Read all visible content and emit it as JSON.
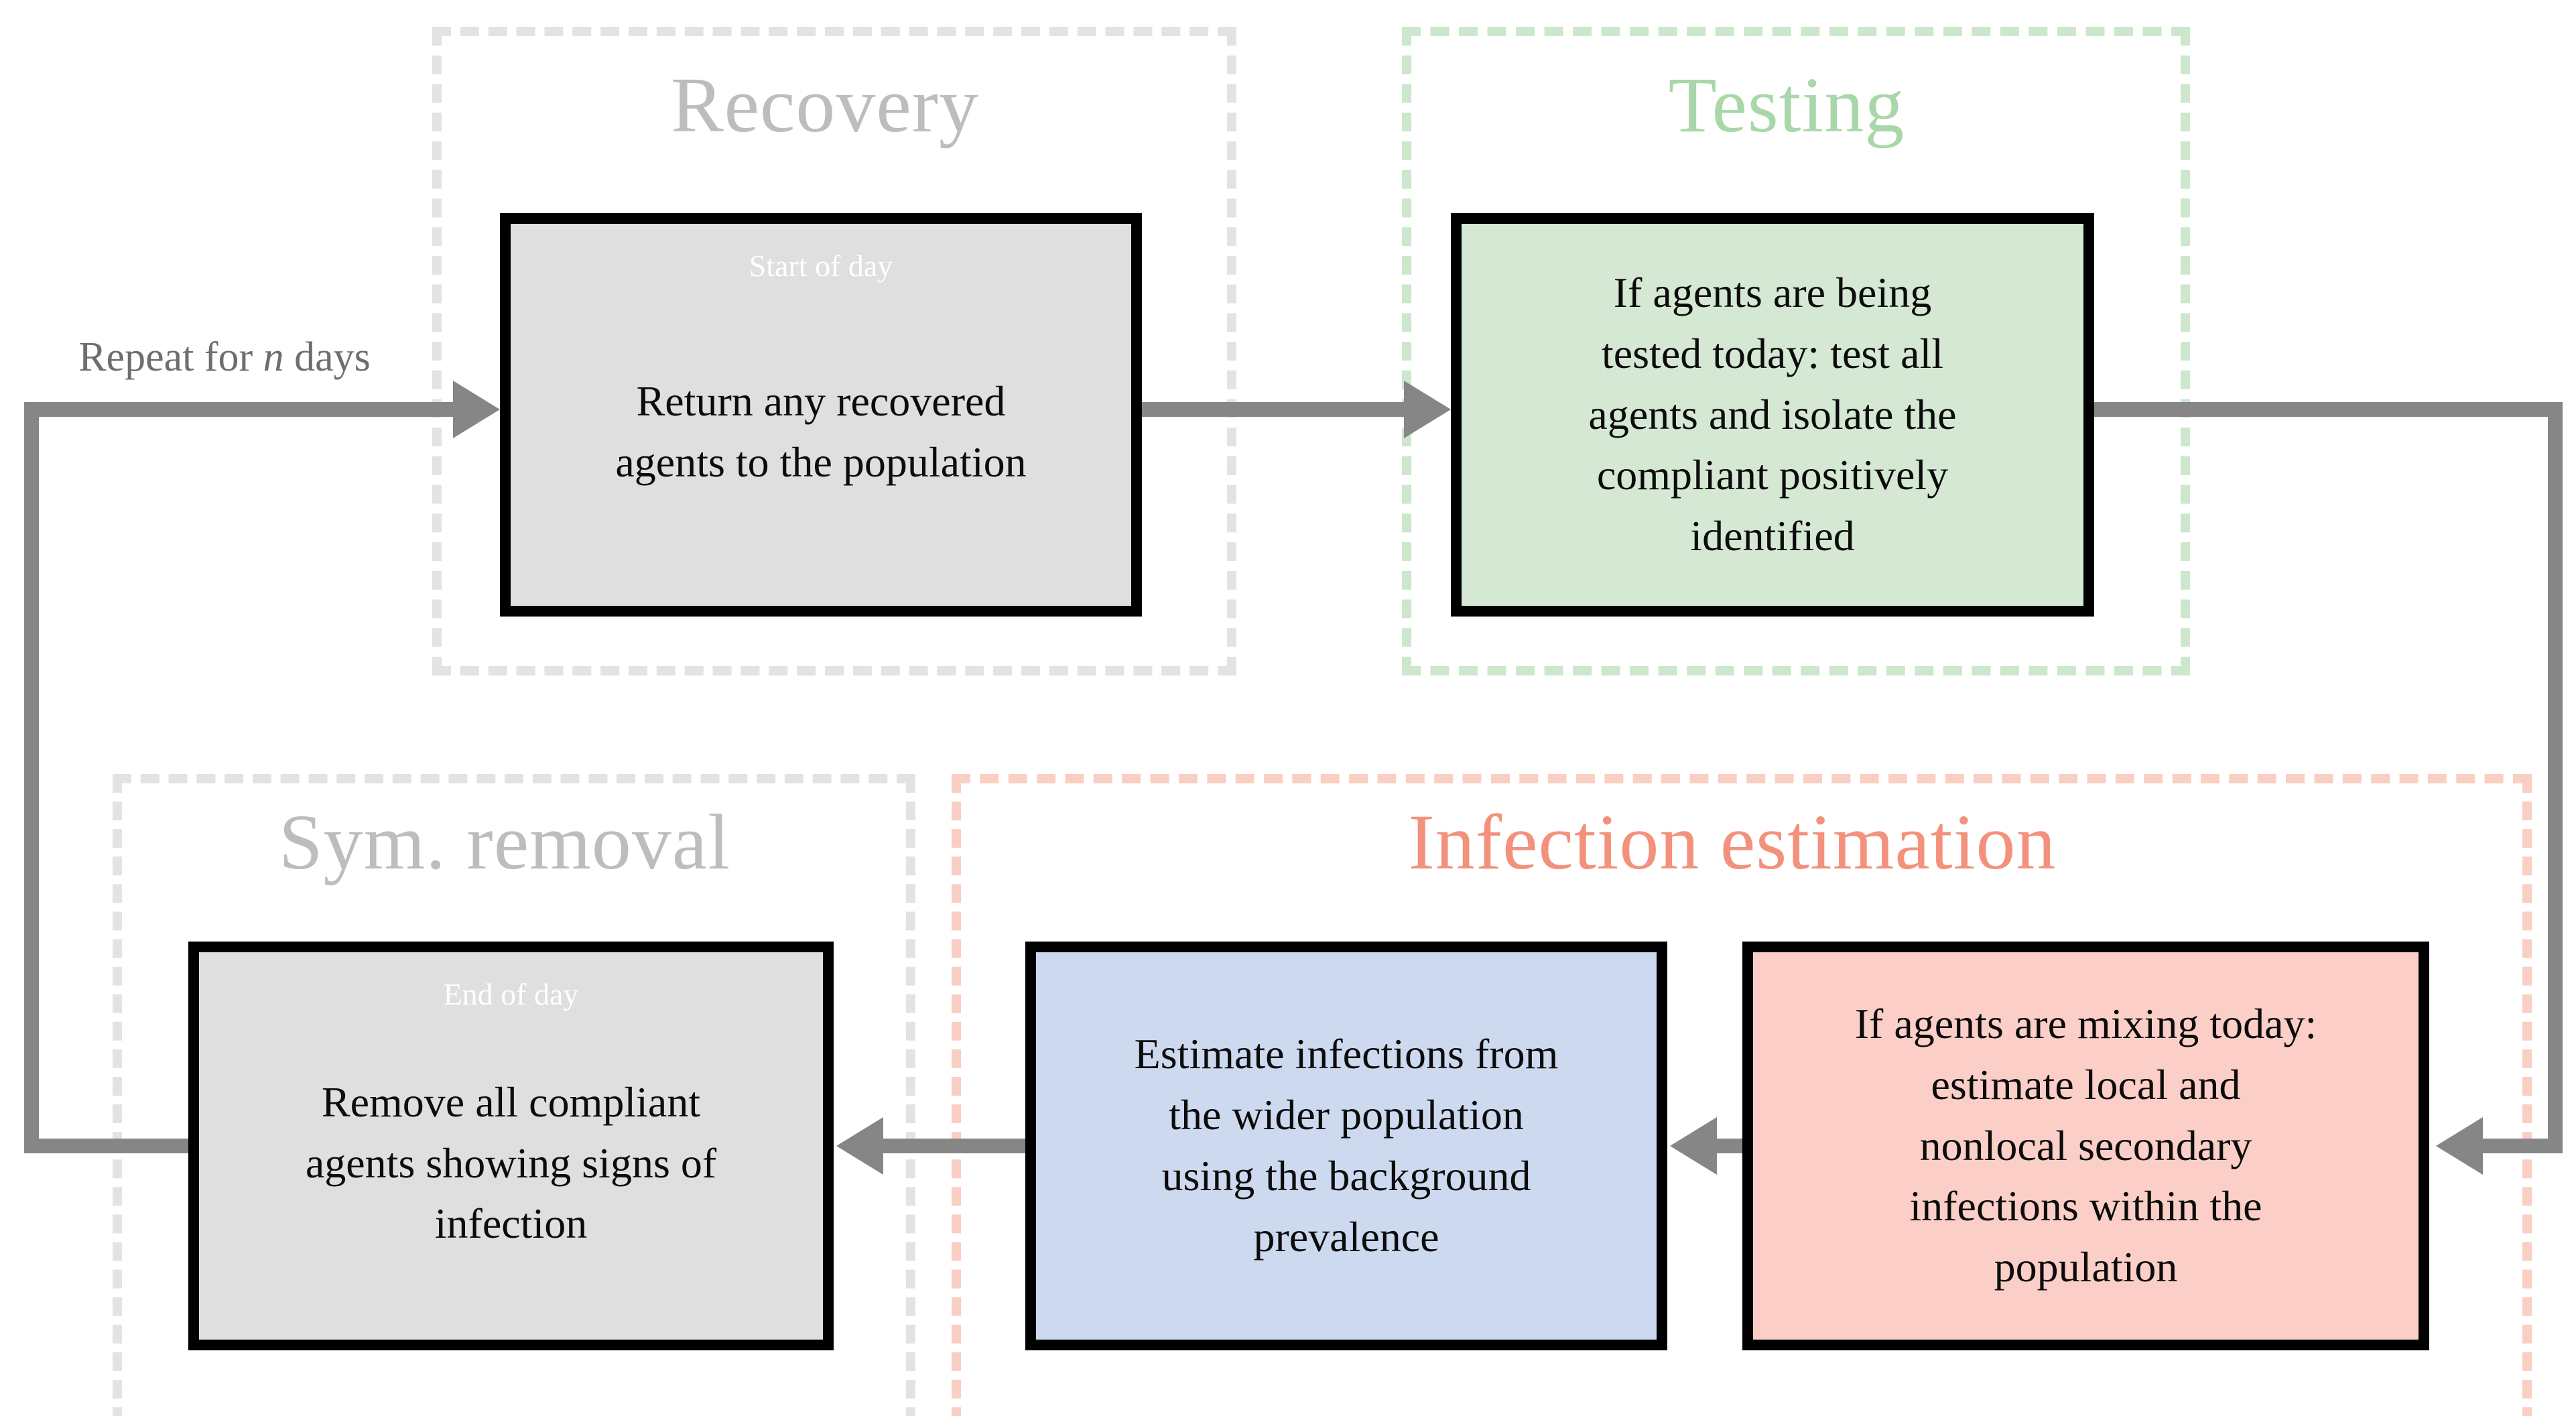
{
  "diagram": {
    "loop_label": {
      "prefix": "Repeat for ",
      "var": "n",
      "suffix": " days"
    },
    "groups": {
      "recovery": {
        "title": "Recovery"
      },
      "testing": {
        "title": "Testing"
      },
      "sym": {
        "title": "Sym. removal"
      },
      "infection": {
        "title": "Infection estimation"
      }
    },
    "nodes": {
      "recovery": {
        "subtitle": "Start of day",
        "lines": [
          "Return any recovered",
          "agents to the population"
        ]
      },
      "testing": {
        "lines": [
          "If agents are being",
          "tested today: test all",
          "agents and isolate the",
          "compliant positively",
          "identified"
        ]
      },
      "sym": {
        "subtitle": "End of day",
        "lines": [
          "Remove all compliant",
          "agents showing signs of",
          "infection"
        ]
      },
      "background_estimation": {
        "lines": [
          "Estimate infections from",
          "the wider population",
          "using the background",
          "prevalence"
        ]
      },
      "mixing_estimation": {
        "lines": [
          "If agents are mixing today:",
          "estimate local and",
          "nonlocal secondary",
          "infections within the",
          "population"
        ]
      }
    },
    "colors": {
      "arrow": "#868686",
      "gray_fill": "#dfdfdf",
      "green_fill": "#d5e8d4",
      "blue_fill": "#ccd9ef",
      "pink_fill": "#fbcfc7",
      "gray_dash": "#e3e3e3",
      "green_dash": "#cde7cd",
      "pink_dash": "#f9cfc4",
      "gray_title": "#bdbdbd",
      "green_title": "#a9d7a9",
      "salmon_title": "#f4917c",
      "loop_label": "#6e6e6e",
      "subtitle": "#ffffff"
    }
  }
}
